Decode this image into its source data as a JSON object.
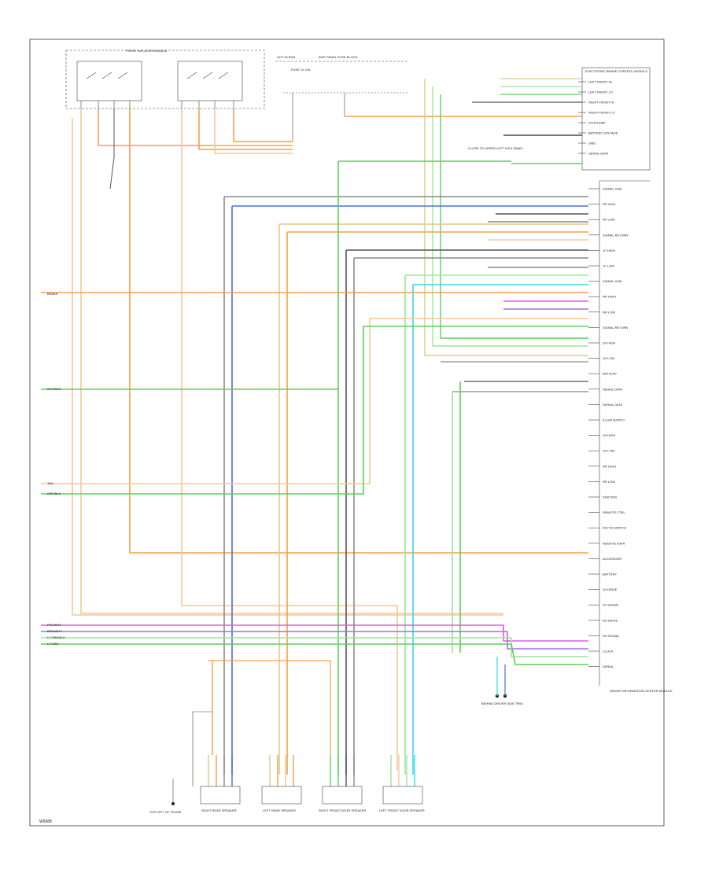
{
  "footer_code": "W6088",
  "top_left_box": {
    "title": "FRONT INFLATOR MODULE"
  },
  "top_center": {
    "header": "HOT IN RUN",
    "fuse_header": "INST PANEL FUSE BLOCK",
    "fuse_label": "FUSE 14 10A"
  },
  "connector_module": {
    "title": "ELECTRONIC BRAKE CONTROL MODULE",
    "pins": [
      "LEFT FRONT HI",
      "LEFT FRONT LO",
      "RIGHT FRONT HI",
      "RIGHT FRONT LO",
      "STOPLAMP",
      "BATTERY VOLTAGE",
      "GND",
      "SERIAL DATA"
    ]
  },
  "ground_label": "CLOSE TO UPPER LEFT KICK PANEL",
  "main_connector": {
    "title": "DRIVER INFORMATION CENTER MODULE",
    "pins": [
      "SIGNAL GND",
      "RF HIGH",
      "RF LOW",
      "SIGNAL RETURN",
      "LF HIGH",
      "LF LOW",
      "SIGNAL GND",
      "RR HIGH",
      "RR LOW",
      "SIGNAL RETURN",
      "LR HIGH",
      "LR LOW",
      "BATTERY",
      "SERIAL DATA",
      "SERIAL DATA",
      "ILLUM SUPPLY",
      "LR HIGH",
      "LR LOW",
      "RR HIGH",
      "RR LOW",
      "IGNITION",
      "REMOTE CTRL",
      "KEY IN SWITCH",
      "REMOTE DATA",
      "ACCESSORY",
      "BATTERY",
      "LH DRIVE",
      "LH SIGNAL",
      "RH DRIVE",
      "RH SIGNAL",
      "CLOCK",
      "SERIAL"
    ]
  },
  "left_labels": [
    "BRAKE",
    "WHT/BLK",
    "TAN",
    "GRY/BLK",
    "PPL/WHT",
    "BRN/WHT",
    "LT GRN/BLK",
    "LT GRN"
  ],
  "bottom_speakers": [
    "RIGHT REAR SPEAKER",
    "LEFT REAR SPEAKER",
    "RIGHT FRONT DOOR SPEAKER",
    "LEFT FRONT DOOR SPEAKER"
  ],
  "bottom_ground": "TOP LEFT OF TRUNK",
  "right_ground": "BEHIND DRIVER SIDE TRIM",
  "colors": {
    "orange": "#f5a04a",
    "peach": "#f7c79a",
    "green": "#5cd05c",
    "lightgreen": "#9fe39f",
    "blue": "#4a6fe0",
    "cyan": "#39d8e8",
    "gray": "#8a8a8a",
    "darkgray": "#555555",
    "tan": "#e0c890",
    "magenta": "#e05ce0",
    "purple": "#a070e0",
    "black": "#222222"
  }
}
